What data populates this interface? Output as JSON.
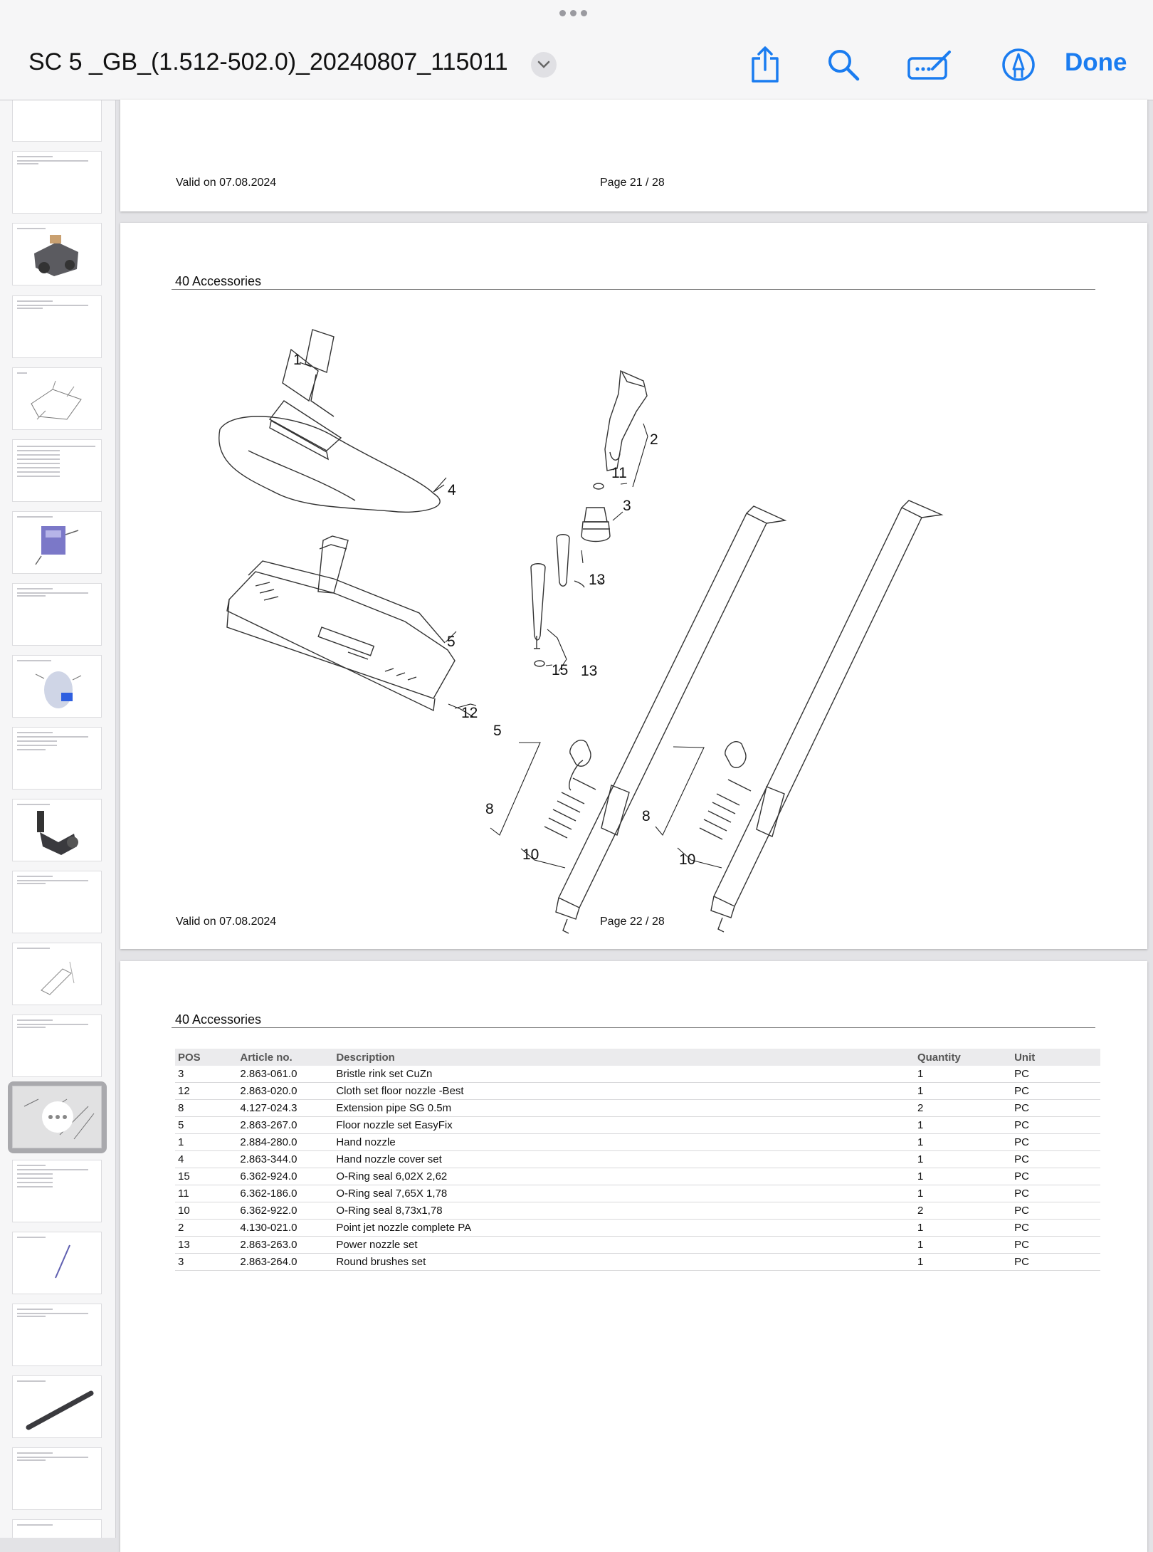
{
  "toolbar": {
    "document_title": "SC 5 _GB_(1.512-502.0)_20240807_115011",
    "done_label": "Done",
    "icons": [
      "share-icon",
      "search-icon",
      "markup-icon",
      "pen-icon"
    ],
    "accent_color": "#1a7cf0"
  },
  "pages": {
    "page21": {
      "valid_on": "Valid on 07.08.2024",
      "page_number": "Page 21 / 28"
    },
    "page22": {
      "section_title": "40 Accessories",
      "valid_on": "Valid on 07.08.2024",
      "page_number": "Page 22 / 28",
      "callouts": [
        "1",
        "4",
        "2",
        "11",
        "3",
        "13",
        "13",
        "15",
        "5",
        "12",
        "5",
        "8",
        "10",
        "8",
        "10"
      ]
    },
    "page23": {
      "section_title": "40 Accessories",
      "table": {
        "headers": [
          "POS",
          "Article no.",
          "Description",
          "Quantity",
          "Unit"
        ],
        "rows": [
          [
            "3",
            "2.863-061.0",
            "Bristle rink set CuZn",
            "1",
            "PC"
          ],
          [
            "12",
            "2.863-020.0",
            "Cloth set floor nozzle -Best",
            "1",
            "PC"
          ],
          [
            "8",
            "4.127-024.3",
            "Extension pipe SG 0.5m",
            "2",
            "PC"
          ],
          [
            "5",
            "2.863-267.0",
            "Floor nozzle set EasyFix",
            "1",
            "PC"
          ],
          [
            "1",
            "2.884-280.0",
            "Hand nozzle",
            "1",
            "PC"
          ],
          [
            "4",
            "2.863-344.0",
            "Hand nozzle cover set",
            "1",
            "PC"
          ],
          [
            "15",
            "6.362-924.0",
            "O-Ring seal 6,02X 2,62",
            "1",
            "PC"
          ],
          [
            "11",
            "6.362-186.0",
            "O-Ring seal 7,65X 1,78",
            "1",
            "PC"
          ],
          [
            "10",
            "6.362-922.0",
            "O-Ring seal 8,73x1,78",
            "2",
            "PC"
          ],
          [
            "2",
            "4.130-021.0",
            "Point jet nozzle complete PA",
            "1",
            "PC"
          ],
          [
            "13",
            "2.863-263.0",
            "Power nozzle set",
            "1",
            "PC"
          ],
          [
            "3",
            "2.863-264.0",
            "Round brushes set",
            "1",
            "PC"
          ]
        ]
      }
    }
  }
}
